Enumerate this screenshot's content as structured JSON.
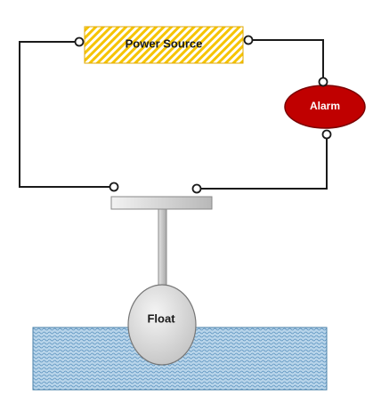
{
  "labels": {
    "power_source": "Power Source",
    "alarm": "Alarm",
    "float": "Float"
  },
  "colors": {
    "wire": "#1a1a1a",
    "power_fill": "#f6c400",
    "power_border": "#e0a800",
    "alarm_fill": "#c00000",
    "alarm_border": "#7a0000",
    "alarm_text": "#ffffff",
    "water_fill": "#9fc3e0",
    "water_border": "#4a80a8",
    "float_fill": "#d6d6d6",
    "float_border": "#777777",
    "rod_fill": "#bcbcbc",
    "plate_fill": "#d0d0d0"
  }
}
